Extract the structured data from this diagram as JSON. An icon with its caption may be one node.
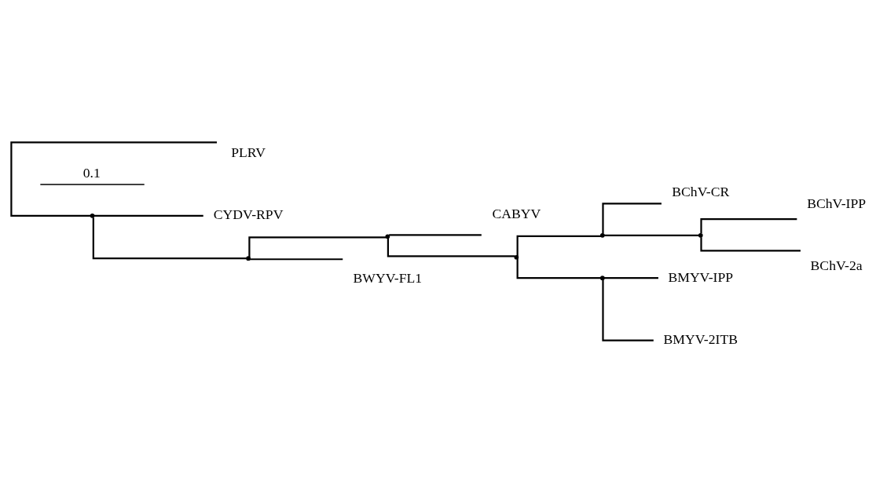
{
  "diagram": {
    "nodes": [
      {
        "text": [],
        "shape": "point"
      },
      {
        "text": [
          "PLRV"
        ]
      },
      {
        "text": [
          "CYDV-RPV"
        ]
      },
      {
        "text": [],
        "shape": "point"
      },
      {
        "text": [],
        "shape": "point"
      },
      {
        "text": [
          "CABYV"
        ]
      },
      {
        "text": [],
        "shape": "point"
      },
      {
        "text": [],
        "shape": "point"
      },
      {
        "text": [
          "BChV-CR"
        ]
      },
      {
        "text": [],
        "shape": "point"
      },
      {
        "text": [
          "BChV-IPP"
        ]
      },
      {
        "text": [
          "BChV-2a"
        ]
      },
      {
        "text": [],
        "shape": "point"
      },
      {
        "text": [
          "BMYV-IPP"
        ]
      },
      {
        "text": [
          "BMYV-2ITB"
        ]
      },
      {
        "text": [
          "BWYV-FL1"
        ]
      }
    ],
    "edges": [
      {
        "from": 0,
        "to": 1,
        "arrow": "none"
      },
      {
        "from": 0,
        "to": 2,
        "arrow": "none"
      },
      {
        "from": 0,
        "to": 3,
        "arrow": "none"
      },
      {
        "from": 3,
        "to": 4,
        "arrow": "none"
      },
      {
        "from": 4,
        "to": 5,
        "arrow": "none"
      },
      {
        "from": 4,
        "to": 6,
        "arrow": "none"
      },
      {
        "from": 6,
        "to": 7,
        "arrow": "none"
      },
      {
        "from": 7,
        "to": 8,
        "arrow": "none"
      },
      {
        "from": 7,
        "to": 9,
        "arrow": "none"
      },
      {
        "from": 9,
        "to": 10,
        "arrow": "none"
      },
      {
        "from": 9,
        "to": 11,
        "arrow": "none"
      },
      {
        "from": 6,
        "to": 12,
        "arrow": "none"
      },
      {
        "from": 12,
        "to": 13,
        "arrow": "none"
      },
      {
        "from": 12,
        "to": 14,
        "arrow": "none"
      },
      {
        "from": 3,
        "to": 15,
        "arrow": "none"
      }
    ],
    "labels": [
      "0.1"
    ]
  }
}
